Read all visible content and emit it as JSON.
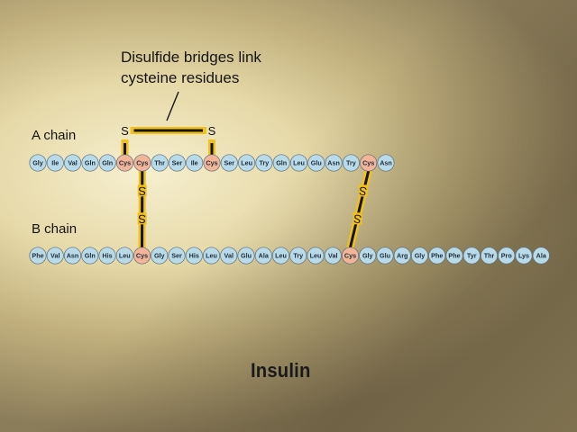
{
  "annotation": {
    "line1": "Disulfide bridges link",
    "line2": "cysteine residues"
  },
  "chain_a": {
    "label": "A chain",
    "residues": [
      "Gly",
      "Ile",
      "Val",
      "Gln",
      "Gln",
      "Cys",
      "Cys",
      "Thr",
      "Ser",
      "Ile",
      "Cys",
      "Ser",
      "Leu",
      "Try",
      "Gln",
      "Leu",
      "Glu",
      "Asn",
      "Try",
      "Cys",
      "Asn"
    ]
  },
  "chain_b": {
    "label": "B chain",
    "residues": [
      "Phe",
      "Val",
      "Asn",
      "Gln",
      "His",
      "Leu",
      "Cys",
      "Gly",
      "Ser",
      "His",
      "Leu",
      "Val",
      "Glu",
      "Ala",
      "Leu",
      "Try",
      "Leu",
      "Val",
      "Cys",
      "Gly",
      "Glu",
      "Arg",
      "Gly",
      "Phe",
      "Phe",
      "Tyr",
      "Thr",
      "Pro",
      "Lys",
      "Ala"
    ]
  },
  "bridge_labels": {
    "intra": [
      "S",
      "S"
    ],
    "inter": [
      "S",
      "S"
    ]
  },
  "title": "Insulin",
  "colors": {
    "residue_fill": "#b9dbe9",
    "cys_fill": "#f2b59a",
    "bridge_fill": "#f2c21b",
    "bridge_core": "#151515"
  }
}
